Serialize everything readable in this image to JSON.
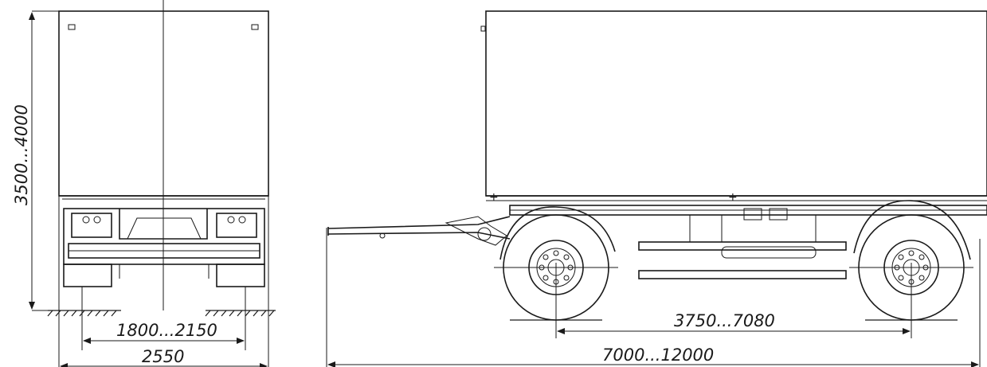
{
  "rear_view": {
    "height_label": "3500...4000",
    "track_label": "1800...2150",
    "width_label": "2550"
  },
  "side_view": {
    "wheelbase_label": "3750...7080",
    "length_label": "7000...12000"
  }
}
